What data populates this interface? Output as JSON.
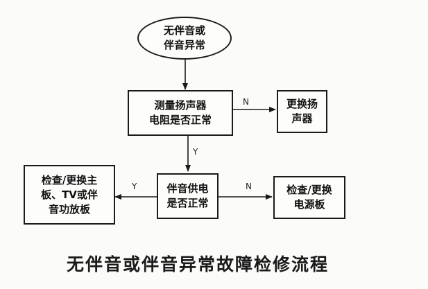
{
  "diagram": {
    "title": "无伴音或伴音异常故障检修流程",
    "nodes": {
      "start": "无伴音或\n伴音异常",
      "measure_speaker": "测量扬声器\n电阻是否正常",
      "replace_speaker": "更换扬\n声器",
      "check_supply": "伴音供电\n是否正常",
      "replace_board": "检查/更换主\n板、TV或伴\n音功放板",
      "replace_power": "检查/更换\n电源板"
    },
    "edges": {
      "measure_no": "N",
      "measure_yes": "Y",
      "supply_yes": "Y",
      "supply_no": "N"
    }
  }
}
